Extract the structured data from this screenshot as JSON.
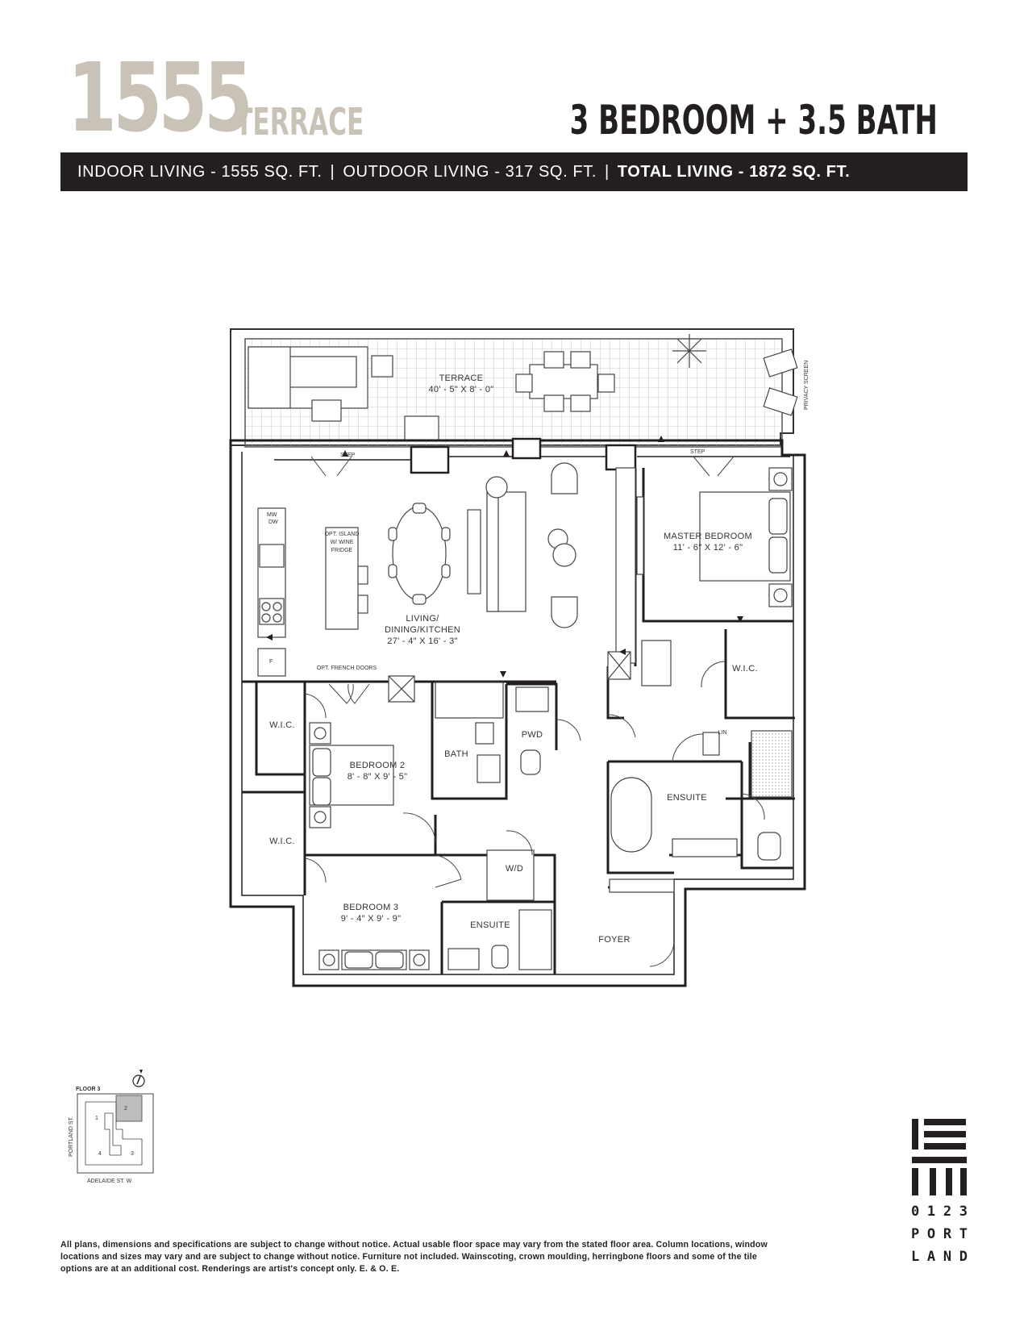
{
  "header": {
    "unit_number": "1555",
    "unit_type": "TERRACE",
    "bed_bath": "3 BEDROOM + 3.5 BATH"
  },
  "area_bar": {
    "indoor": "INDOOR LIVING - 1555 SQ. FT.",
    "outdoor": "OUTDOOR LIVING - 317  SQ. FT.",
    "total": "TOTAL LIVING - 1872  SQ. FT.",
    "separator": "|"
  },
  "plan": {
    "terrace": {
      "name": "TERRACE",
      "dims": "40' - 5\" X 8' - 0\""
    },
    "privacy_screen": "PRIVACY SCREEN",
    "step_1": "STEP",
    "step_2": "STEP",
    "kitchen_mw": "MW",
    "kitchen_dw": "DW",
    "kitchen_f": "F",
    "island": [
      "OPT. ISLAND",
      "W/ WINE",
      "FRIDGE"
    ],
    "living": {
      "line1": "LIVING/",
      "line2": "DINING/KITCHEN",
      "dims": "27' - 4\" X 16' - 3\""
    },
    "master": {
      "name": "MASTER BEDROOM",
      "dims": "11' - 6\" X 12' - 6\""
    },
    "french_doors": "OPT. FRENCH DOORS",
    "wic_master": "W.I.C.",
    "wic_1": "W.I.C.",
    "wic_2": "W.I.C.",
    "lin": "LIN",
    "bedroom2": {
      "name": "BEDROOM 2",
      "dims": "8' - 8\" X 9' - 5\""
    },
    "bath": "BATH",
    "pwd": "PWD",
    "ensuite_master": "ENSUITE",
    "wd": "W/D",
    "bedroom3": {
      "name": "BEDROOM 3",
      "dims": "9' - 4\" X 9' - 9\""
    },
    "ensuite_3": "ENSUITE",
    "foyer": "FOYER"
  },
  "key_plan": {
    "floor": "FLOOR 3",
    "street_side": "PORTLAND ST.",
    "street_bottom": "ADELAIDE ST. W.",
    "units": [
      "1",
      "2",
      "3",
      "4"
    ],
    "highlight_color": "#bdbdbd"
  },
  "disclaimer": "All plans, dimensions and specifications are subject to change without notice. Actual usable floor space may vary from the stated floor area. Column locations, window locations and sizes may vary and are subject to change without notice. Furniture not included. Wainscoting, crown moulding, herringbone floors and some of the tile options are at an additional cost. Renderings are artist's concept only. E. & O. E.",
  "brand": {
    "rows": [
      [
        "0",
        "1",
        "2",
        "3"
      ],
      [
        "P",
        "O",
        "R",
        "T"
      ],
      [
        "L",
        "A",
        "N",
        "D"
      ]
    ]
  },
  "colors": {
    "title_beige": "#c9c2b6",
    "dark": "#231f20"
  }
}
